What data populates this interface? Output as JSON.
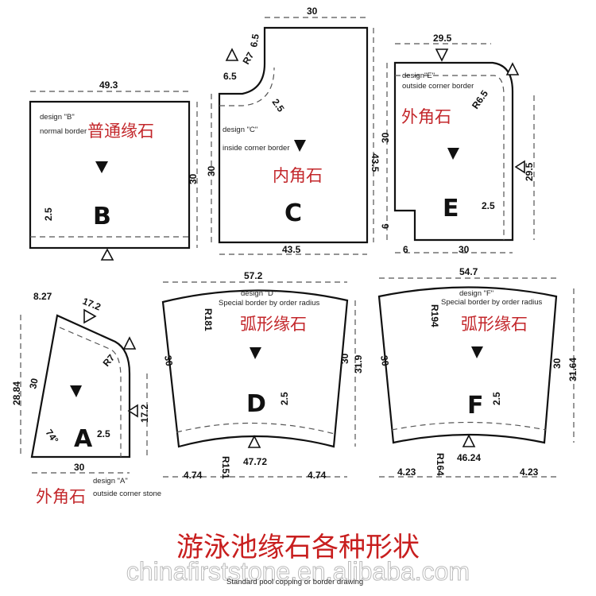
{
  "title": "游泳池缘石各种形状",
  "watermark": "chinafirststone.en.alibaba.com",
  "subtitle": "Standard pool copping or border drawing",
  "design_b": {
    "design": "design \"B\"",
    "desc": "normal border",
    "cn": "普通缘石",
    "letter": "B",
    "dims": [
      "49.3",
      "30",
      "2.5"
    ]
  },
  "design_c": {
    "design": "design \"C\"",
    "desc": "inside corner border",
    "cn": "内角石",
    "letter": "C",
    "dims": [
      "30",
      "43.5",
      "43.5",
      "30",
      "6.5",
      "R7",
      "6.5",
      "2.5"
    ]
  },
  "design_e": {
    "design": "design\"E\"",
    "desc": "outside corner border",
    "cn": "外角石",
    "letter": "E",
    "dims": [
      "29.5",
      "30",
      "R6.5",
      "29.5",
      "2.5",
      "6",
      "6",
      "30"
    ]
  },
  "design_a": {
    "design": "design \"A\"",
    "desc": "outside corner stone",
    "cn": "外角石",
    "letter": "A",
    "dims": [
      "8.27",
      "17.2",
      "28.84",
      "30",
      "R7",
      "74°",
      "2.5",
      "17.2",
      "30"
    ]
  },
  "design_d": {
    "design": "design \"D\"",
    "desc": "Special border by order radius",
    "cn": "弧形缘石",
    "letter": "D",
    "dims": [
      "57.2",
      "R181",
      "30",
      "30",
      "31.9",
      "2.5",
      "47.72",
      "R151",
      "4.74",
      "4.74"
    ]
  },
  "design_f": {
    "design": "design \"F\"",
    "desc": "Special border by order radius",
    "cn": "弧形缘石",
    "letter": "F",
    "dims": [
      "54.7",
      "R194",
      "30",
      "30",
      "31.64",
      "2.5",
      "46.24",
      "R164",
      "4.23",
      "4.23"
    ]
  }
}
